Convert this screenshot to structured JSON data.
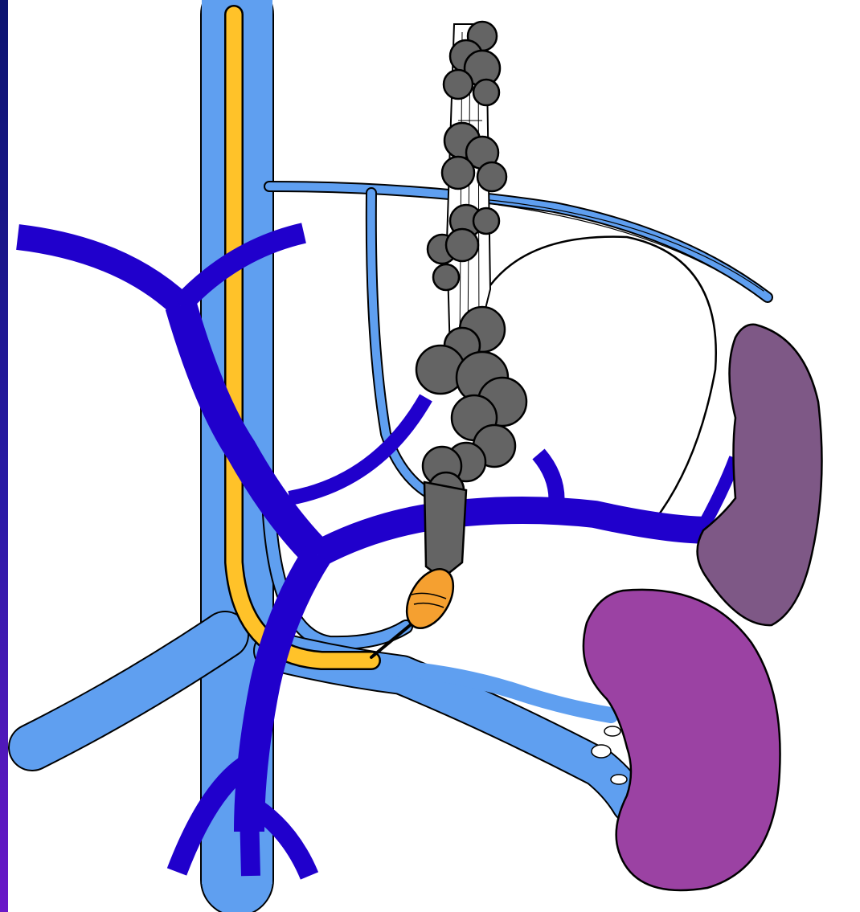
{
  "figure": {
    "description_text": "",
    "colors": {
      "frame_top": "#0c1470",
      "frame_bottom": "#6a18c8",
      "paper": "#ffffff",
      "light_vein": "#5f9ff0",
      "dark_vein": "#2000cc",
      "duct": "#ffc229",
      "varices": "#646464",
      "nodule": "#f5a030",
      "spleen": "#7e5886",
      "kidney": "#9b42a3",
      "outline": "#000000"
    },
    "parts": [
      {
        "id": "paper",
        "icon": "paper-background"
      },
      {
        "id": "light-vein",
        "icon": "light-blue-vessel"
      },
      {
        "id": "dark-vein",
        "icon": "dark-blue-vessel"
      },
      {
        "id": "duct",
        "icon": "yellow-duct"
      },
      {
        "id": "varices",
        "icon": "gray-varices"
      },
      {
        "id": "nodule",
        "icon": "orange-nodule"
      },
      {
        "id": "spleen",
        "icon": "spleen-shape"
      },
      {
        "id": "kidney",
        "icon": "kidney-shape"
      }
    ]
  }
}
